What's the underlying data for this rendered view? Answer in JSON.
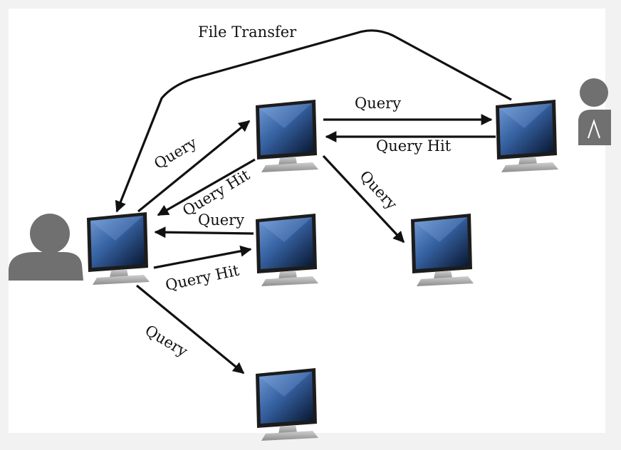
{
  "labels": {
    "file_transfer": "File Transfer",
    "query_left_up": "Query",
    "query_hit_left": "Query Hit",
    "query_mid": "Query",
    "query_hit_mid": "Query Hit",
    "query_bottom": "Query",
    "query_top_right": "Query",
    "query_hit_top_right": "Query Hit",
    "query_down_right": "Query"
  },
  "colors": {
    "screen_light": "#5d8cc9",
    "screen_dark": "#0a1a35",
    "bezel": "#1c1c1c",
    "stand": "#aaaaaa",
    "person": "#707070",
    "arrow": "#111111"
  },
  "icons": {
    "computer": "computer-icon",
    "person": "person-icon"
  }
}
